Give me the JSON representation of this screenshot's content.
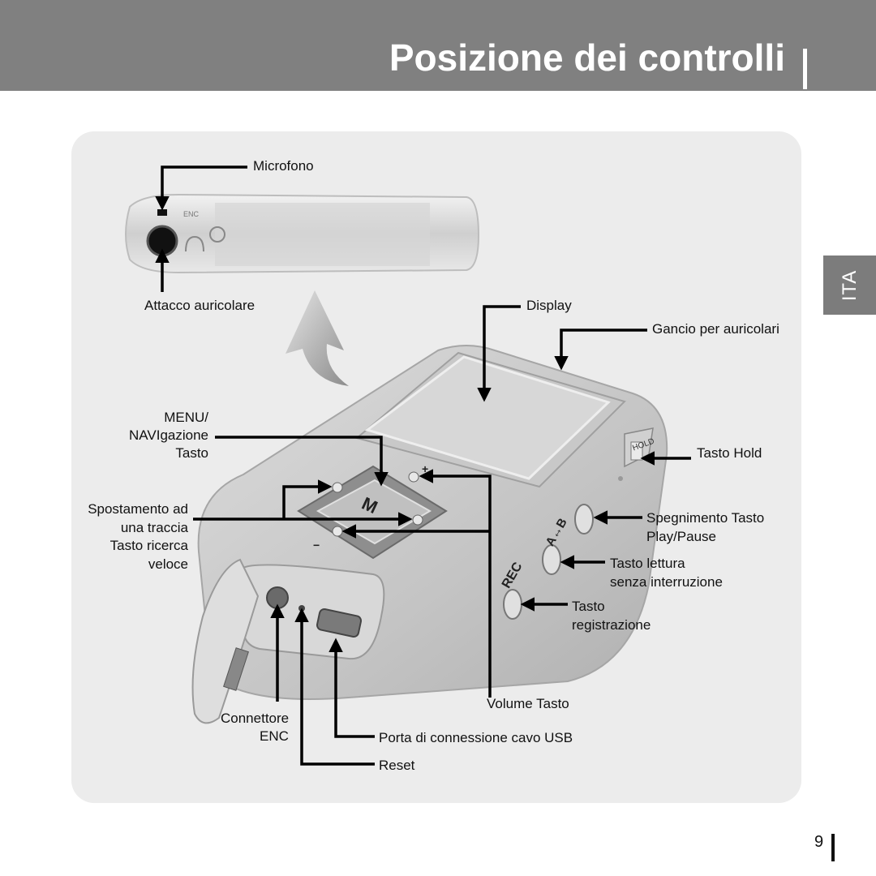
{
  "header": {
    "title": "Posizione dei controlli"
  },
  "side_tab": {
    "label": "ITA"
  },
  "labels": {
    "microfono": "Microfono",
    "attacco": "Attacco auricolare",
    "display": "Display",
    "gancio": "Gancio per auricolari",
    "menu_l1": "MENU/",
    "menu_l2": "NAVIgazione",
    "menu_l3": "Tasto",
    "sposta_l1": "Spostamento ad",
    "sposta_l2": "una traccia",
    "sposta_l3": "Tasto ricerca",
    "sposta_l4": "veloce",
    "hold": "Tasto Hold",
    "spegn_l1": "Spegnimento Tasto",
    "spegn_l2": "Play/Pause",
    "lettura_l1": "Tasto lettura",
    "lettura_l2": "senza interruzione",
    "reg_l1": "Tasto",
    "reg_l2": "registrazione",
    "volume": "Volume Tasto",
    "conn_l1": "Connettore",
    "conn_l2": "ENC",
    "usb": "Porta di connessione cavo USB",
    "reset": "Reset"
  },
  "device_markings": {
    "m_key": "M",
    "hold_switch": "HOLD",
    "ab": "A↔B",
    "rec": "REC",
    "enc_top": "ENC",
    "plus": "+",
    "minus": "−"
  },
  "footer": {
    "page_number": "9"
  }
}
